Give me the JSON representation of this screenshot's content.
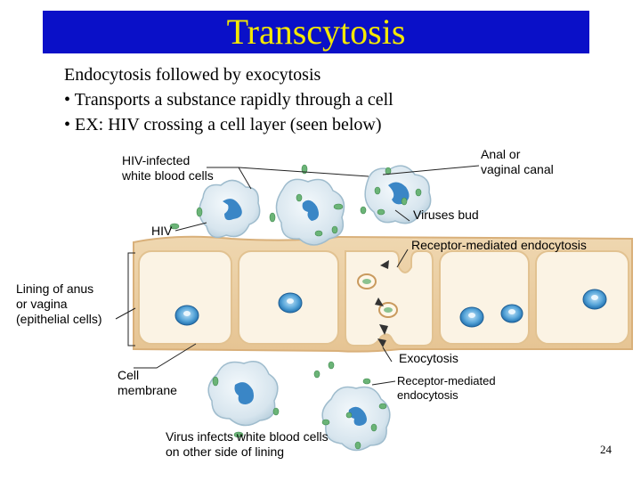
{
  "slide": {
    "title": "Transcytosis",
    "intro": {
      "line1": "Endocytosis followed by exocytosis",
      "bullet1": "• Transports a substance rapidly through a cell",
      "bullet2": "• EX: HIV crossing a cell layer (seen below)"
    },
    "page_number": "24"
  },
  "diagram": {
    "labels": {
      "hiv_infected_line1": "HIV-infected",
      "hiv_infected_line2": "white blood cells",
      "anal_line1": "Anal or",
      "anal_line2": "vaginal canal",
      "viruses_bud": "Viruses bud",
      "hiv": "HIV",
      "receptor_top": "Receptor-mediated endocytosis",
      "lining_line1": "Lining of anus",
      "lining_line2": "or vagina",
      "lining_line3": "(epithelial cells)",
      "exocytosis": "Exocytosis",
      "cell_membrane_line1": "Cell",
      "cell_membrane_line2": "membrane",
      "receptor_bottom_line1": "Receptor-mediated",
      "receptor_bottom_line2": "endocytosis",
      "virus_infects_line1": "Virus infects white blood cells",
      "virus_infects_line2": "on other side of lining"
    },
    "colors": {
      "epithelium": "#f3e6c8",
      "epithelium_border": "#e9cfa6",
      "cell_inner": "#fbf3e4",
      "wbc": "#d9e6ee",
      "virus": "#5fae6e",
      "nucleus": "#2e86c8"
    }
  }
}
